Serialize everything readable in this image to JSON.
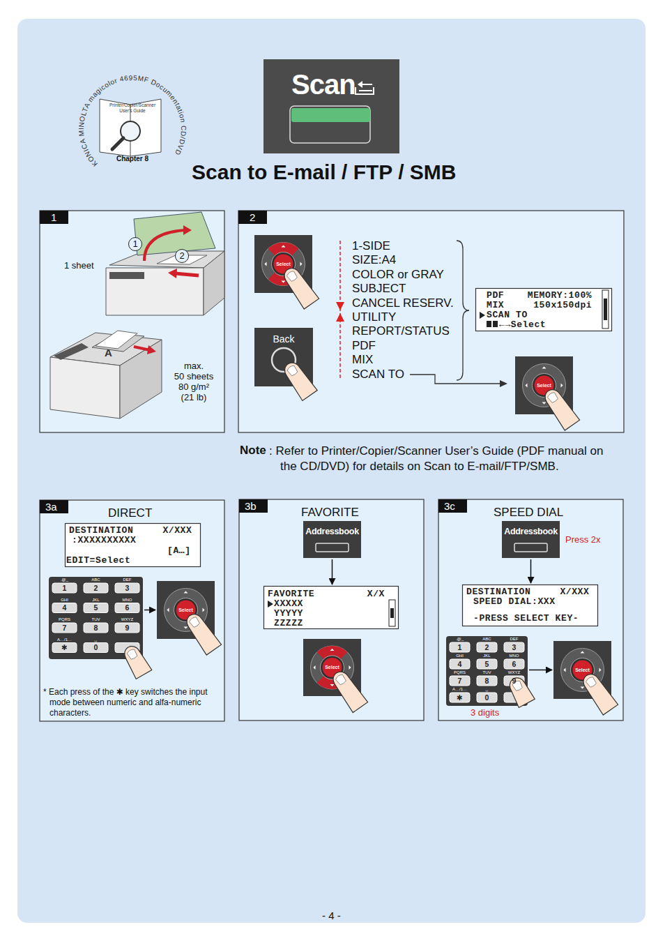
{
  "diagram": {
    "title": "Scan to E-mail / FTP / SMB",
    "nodes": [
      {
        "text": [
          "KONICA MINOLTA magicolor 4695MF Documentation CD/DVD",
          "Printer/Copier/Scanner User's Guide",
          "Chapter 8"
        ]
      },
      {
        "text": [
          "Scan"
        ]
      },
      {
        "text": [
          "1",
          "1 sheet",
          "max.",
          "50 sheets",
          "80 g/m²",
          "(21 lb)"
        ]
      },
      {
        "text": [
          "1"
        ],
        "in": 2
      },
      {
        "text": [
          "2"
        ],
        "in": 2
      },
      {
        "text": [
          "2",
          "1-SIDE",
          "SIZE:A4",
          "COLOR or GRAY",
          "SUBJECT",
          "CANCEL RESERV.",
          "UTILITY",
          "REPORT/STATUS",
          "PDF",
          "MIX",
          "SCAN TO"
        ]
      },
      {
        "text": [
          "Select"
        ],
        "in": 5
      },
      {
        "text": [
          "Back"
        ],
        "in": 5
      },
      {
        "text": [
          "PDF    MEMORY:100%",
          "MIX     150x150dpi",
          "SCAN TO",
          "←→Select"
        ],
        "in": 5
      },
      {
        "text": [
          "Select"
        ],
        "in": 5
      },
      {
        "text": [
          "3a",
          "DIRECT",
          "* Each press of the ✱ key switches the input mode between numeric and alfa-numeric characters."
        ]
      },
      {
        "text": [
          "DESTINATION     X/XXX",
          ":XXXXXXXXXX",
          "[A…]",
          "EDIT=Select"
        ],
        "in": 10
      },
      {
        "text": [
          ".@_",
          "ABC",
          "DEF",
          "1",
          "2",
          "3",
          "GHI",
          "JKL",
          "MNO",
          "4",
          "5",
          "6",
          "PQRS",
          "TUV",
          "WXYZ",
          "7",
          "8",
          "9",
          "A…/1…",
          "␣",
          "✱",
          "0"
        ],
        "in": 10
      },
      {
        "text": [
          "Select"
        ],
        "in": 10
      },
      {
        "text": [
          "3b",
          "FAVORITE"
        ]
      },
      {
        "text": [
          "Addressbook"
        ],
        "in": 14
      },
      {
        "text": [
          "FAVORITE         X/X",
          "XXXXX",
          "YYYYY",
          "ZZZZZ"
        ],
        "in": 14
      },
      {
        "text": [
          "Select"
        ],
        "in": 14
      },
      {
        "text": [
          "3c",
          "SPEED DIAL",
          "Press 2x",
          "3 digits"
        ]
      },
      {
        "text": [
          "Addressbook"
        ],
        "in": 18
      },
      {
        "text": [
          "DESTINATION     X/XXX",
          "SPEED DIAL:XXX",
          "-PRESS SELECT KEY-"
        ],
        "in": 18
      },
      {
        "text": [
          ".@_",
          "ABC",
          "DEF",
          "1",
          "2",
          "3",
          "GHI",
          "JKL",
          "MNO",
          "4",
          "5",
          "6",
          "PQRS",
          "TUV",
          "WXYZ",
          "7",
          "8",
          "9",
          "A…/1…",
          "␣",
          "✱",
          "0"
        ],
        "in": 18
      },
      {
        "text": [
          "Select"
        ],
        "in": 18
      }
    ],
    "edges": [
      {
        "from": 12,
        "to": 13,
        "arrow": "to"
      },
      {
        "from": 15,
        "to": 16,
        "arrow": "to"
      },
      {
        "from": 19,
        "to": 20,
        "arrow": "to"
      },
      {
        "from": 21,
        "to": 22,
        "arrow": "to"
      }
    ],
    "labels": [
      "Note",
      ": Refer to Printer/Copier/Scanner User’s Guide (PDF manual on the CD/DVD) for details on Scan to E-mail/FTP/SMB.",
      "A",
      "- 4 -"
    ]
  }
}
